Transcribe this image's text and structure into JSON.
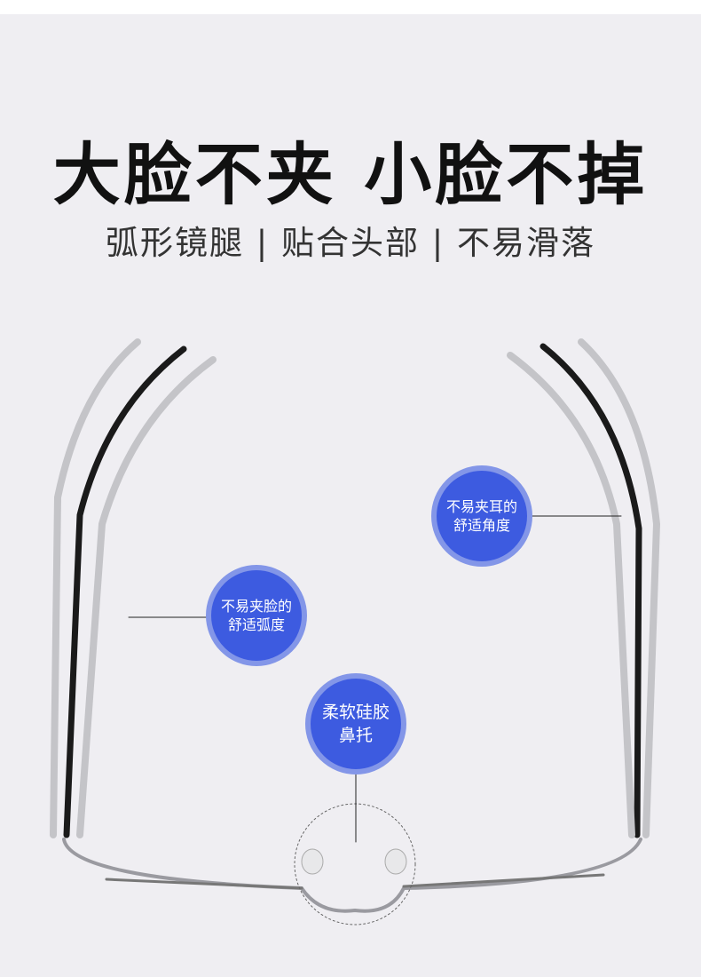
{
  "headline": "大脸不夹 小脸不掉",
  "subheadline": "弧形镜腿 | 贴合头部 | 不易滑落",
  "callouts": [
    {
      "line1": "不易夹耳的",
      "line2": "舒适角度"
    },
    {
      "line1": "不易夹脸的",
      "line2": "舒适弧度"
    },
    {
      "line1": "柔软硅胶",
      "line2": "鼻托"
    }
  ],
  "colors": {
    "accent": "#3d5be0",
    "ring": "#8396e8",
    "background": "#efeef2"
  }
}
